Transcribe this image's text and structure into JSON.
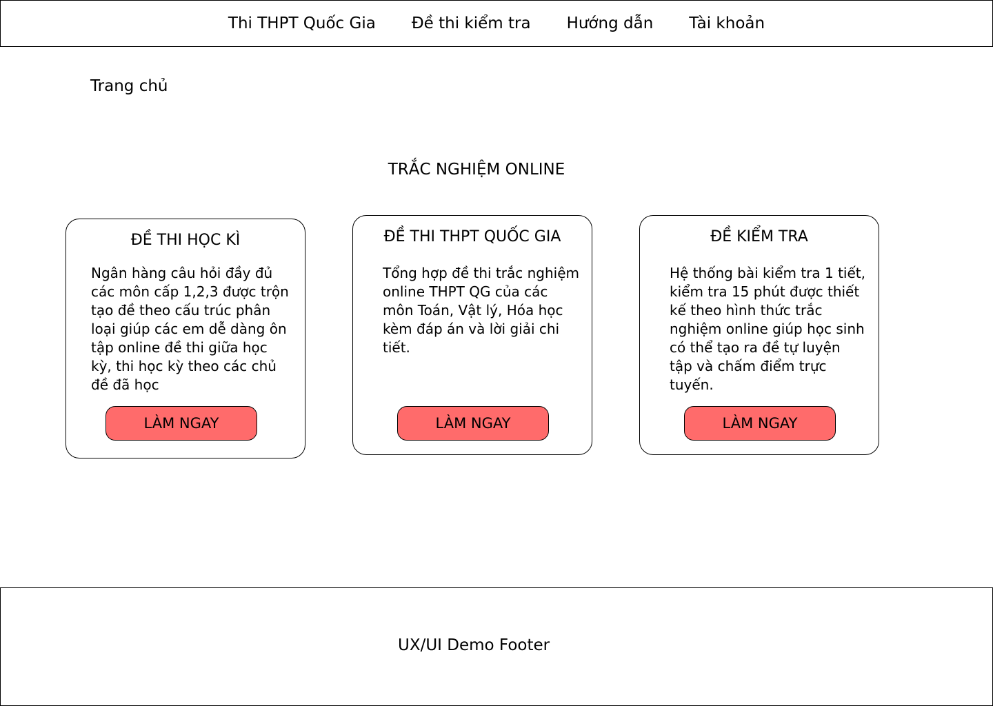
{
  "nav": {
    "items": [
      {
        "label": "Thi THPT Quốc Gia"
      },
      {
        "label": "Đề thi kiểm tra"
      },
      {
        "label": "Hướng dẫn"
      },
      {
        "label": "Tài khoản"
      }
    ]
  },
  "breadcrumb": {
    "label": "Trang chủ"
  },
  "main": {
    "title": "TRẮC NGHIỆM ONLINE",
    "cards": [
      {
        "title": "ĐỀ THI HỌC KÌ",
        "description": "Ngân hàng câu hỏi đầy đủ các môn cấp 1,2,3 được trộn tạo đề theo cấu trúc phân loại giúp các em dễ dàng ôn tập online đề thi giữa học kỳ, thi học kỳ theo các chủ đề đã học",
        "button_label": "LÀM NGAY"
      },
      {
        "title": "ĐỀ THI THPT QUỐC GIA",
        "description": "Tổng hợp đề thi trắc nghiệm online THPT QG của các môn Toán, Vật lý, Hóa học kèm đáp án và lời giải chi tiết.",
        "button_label": "LÀM NGAY"
      },
      {
        "title": "ĐỀ KIỂM TRA",
        "description": "Hệ thống bài kiểm tra 1 tiết, kiểm tra 15 phút được thiết kế theo hình thức trắc nghiệm online giúp học sinh có thể tạo ra đề tự luyện tập và chấm điểm trực tuyến.",
        "button_label": "LÀM NGAY"
      }
    ]
  },
  "footer": {
    "text": "UX/UI Demo Footer"
  },
  "colors": {
    "button_bg": "#ff6b6b",
    "border": "#000000",
    "background": "#ffffff"
  }
}
